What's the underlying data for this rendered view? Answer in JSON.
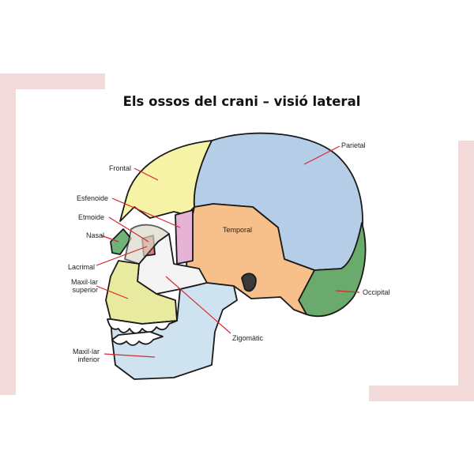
{
  "title": "Els ossos del crani – visió lateral",
  "labels": {
    "frontal": "Frontal",
    "esfenoide": "Esfenoide",
    "etmoide": "Etmoide",
    "nasal": "Nasal",
    "lacrimal": "Lacrimal",
    "maxilar_superior_1": "Maxil·lar",
    "maxilar_superior_2": "superior",
    "maxilar_inferior_1": "Maxil·lar",
    "maxilar_inferior_2": "inferior",
    "parietal": "Parietal",
    "temporal": "Temporal",
    "occipital": "Occipital",
    "zigomatic": "Zigomàtic"
  },
  "colors": {
    "frontal": "#f7f3a6",
    "parietal": "#b6cde8",
    "temporal": "#f7c08a",
    "occipital": "#6aaa6d",
    "esfenoide": "#e6b3d6",
    "maxilar_superior": "#e8eaa0",
    "maxilar_inferior": "#cfe2f0",
    "nasal": "#6fb27a",
    "lacrimal": "#e07c7c",
    "leader_line": "#d8282f",
    "frame": "#f2dadb"
  }
}
